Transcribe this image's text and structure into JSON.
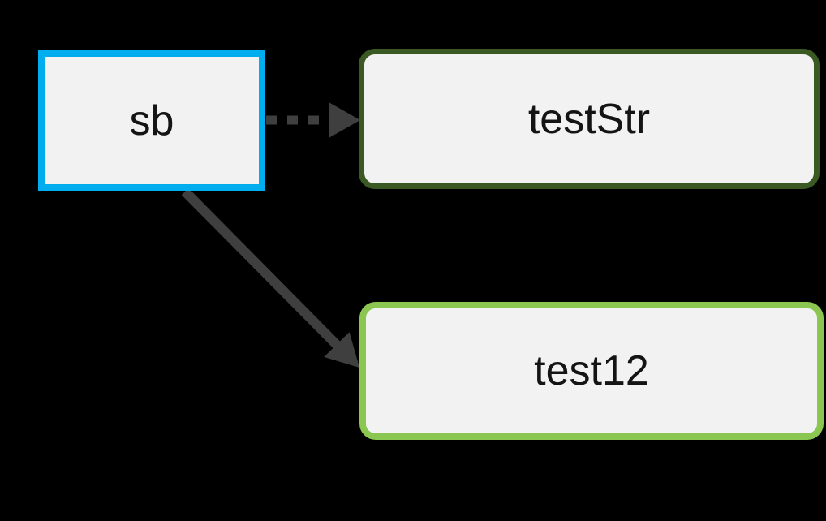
{
  "diagram": {
    "nodes": [
      {
        "id": "sb",
        "label": "sb",
        "shape": "rectangle",
        "state": "selected"
      },
      {
        "id": "testStr",
        "label": "testStr",
        "shape": "rounded-rectangle",
        "state": "normal"
      },
      {
        "id": "test12",
        "label": "test12",
        "shape": "rounded-rectangle",
        "state": "normal"
      }
    ],
    "edges": [
      {
        "from": "sb",
        "to": "testStr",
        "style": "dashed",
        "arrowhead": "triangle"
      },
      {
        "from": "sb",
        "to": "test12",
        "style": "solid",
        "arrowhead": "triangle"
      }
    ]
  },
  "colors": {
    "background": "#000000",
    "node_fill": "#f2f2f2",
    "node_text": "#141414",
    "selected_border": "#00adee",
    "dark_green_border": "#3b5a23",
    "light_green_border": "#8bc750",
    "arrow": "#3f3f3f"
  }
}
